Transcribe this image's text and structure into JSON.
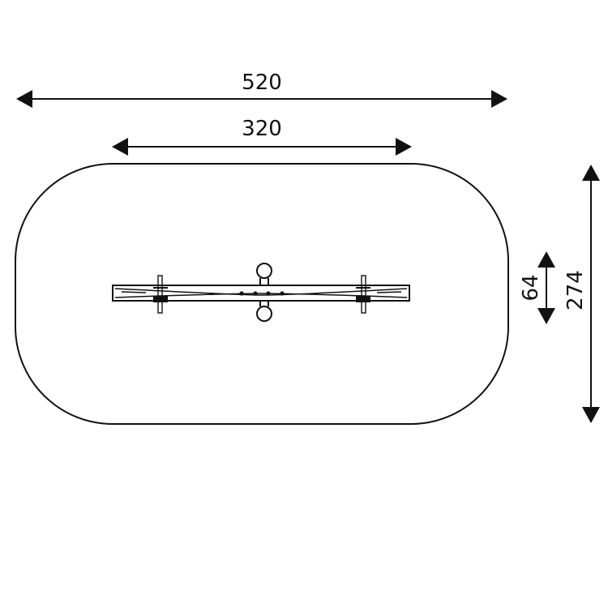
{
  "dimensions": {
    "overall_length": "520",
    "inner_length": "320",
    "overall_width": "274",
    "beam_width": "64"
  },
  "colors": {
    "stroke": "#111111",
    "background": "#ffffff"
  }
}
